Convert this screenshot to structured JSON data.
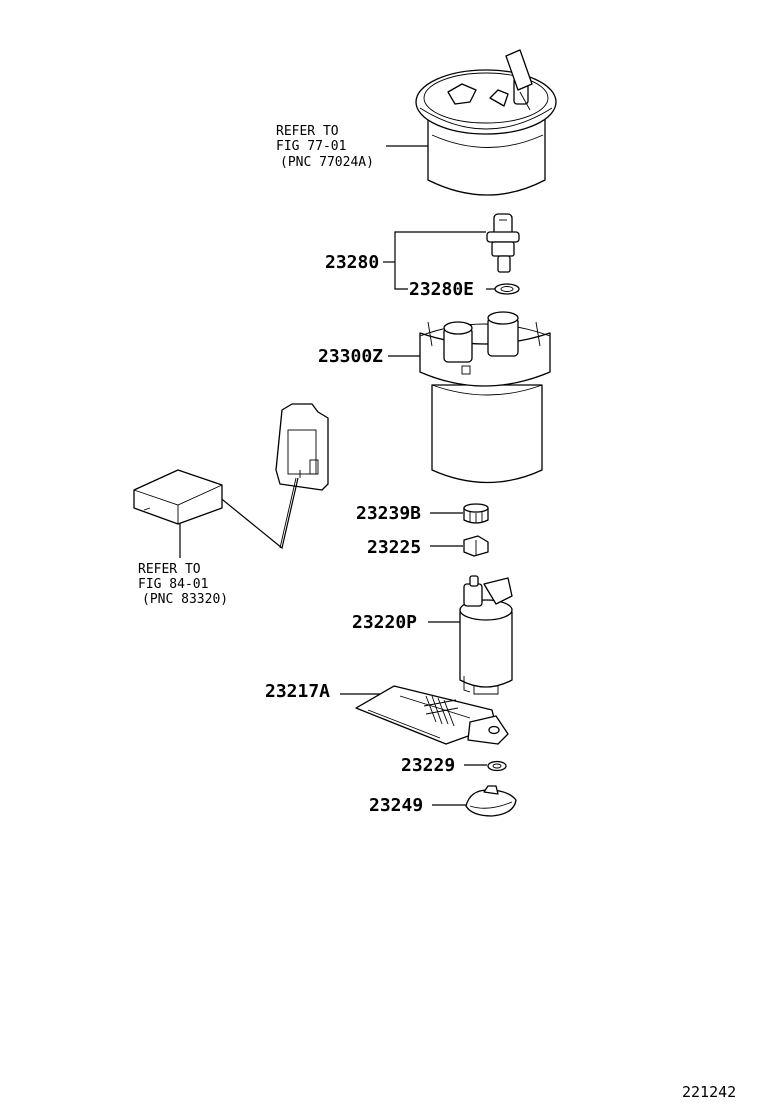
{
  "refs": {
    "top": {
      "line1": "REFER TO",
      "line2": "FIG 77-01",
      "line3": "(PNC 77024A)"
    },
    "sender": {
      "line1": "REFER TO",
      "line2": "FIG 84-01",
      "line3": "(PNC 83320)"
    }
  },
  "parts": {
    "p23280": "23280",
    "p23280E": "23280E",
    "p23300Z": "23300Z",
    "p23239B": "23239B",
    "p23225": "23225",
    "p23220P": "23220P",
    "p23217A": "23217A",
    "p23229": "23229",
    "p23249": "23249"
  },
  "diagram_code": "221242"
}
